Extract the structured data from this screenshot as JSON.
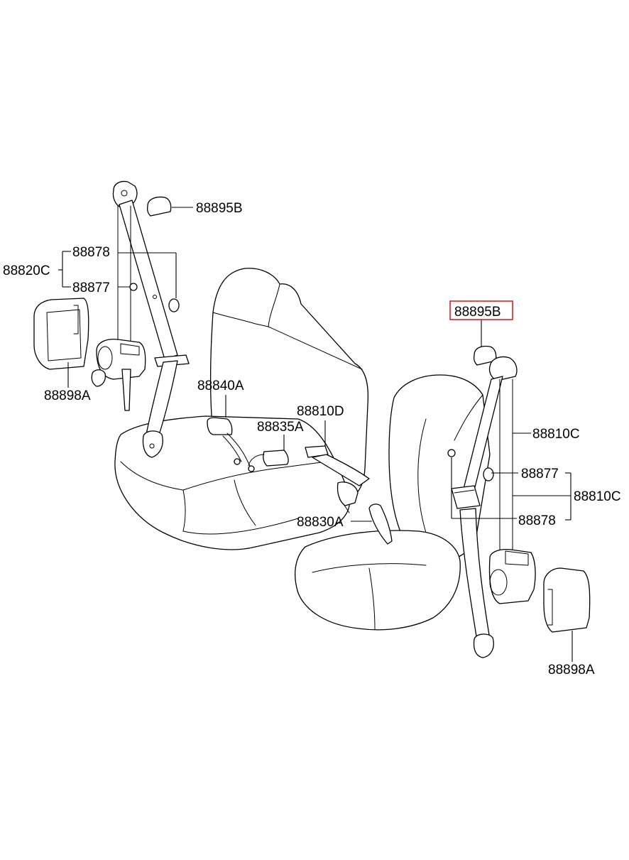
{
  "colors": {
    "line": "#000000",
    "background": "#ffffff",
    "highlight": "#e02020"
  },
  "labels": {
    "l_88895b": "88895B",
    "l_88878": "88878",
    "l_88820c": "88820C",
    "l_88877": "88877",
    "l_88898a": "88898A",
    "l_88840a": "88840A",
    "l_88810d": "88810D",
    "l_88835a": "88835A",
    "l_88830a": "88830A",
    "r_88895b": "88895B",
    "r_88810c_top": "88810C",
    "r_88877": "88877",
    "r_88810c": "88810C",
    "r_88878": "88878",
    "r_88898a": "88898A"
  },
  "highlighted_part": "88895B"
}
